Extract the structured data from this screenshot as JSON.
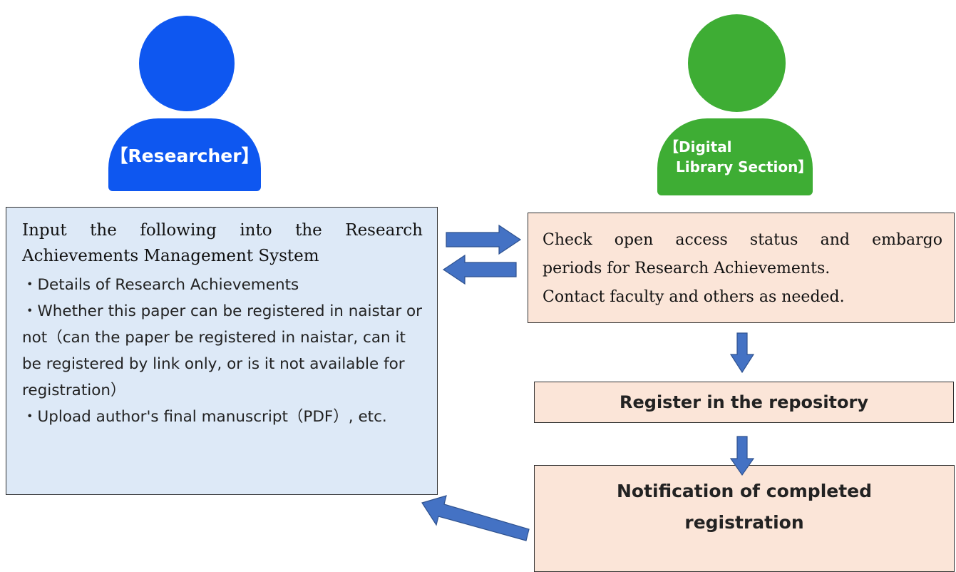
{
  "researcher": {
    "label": "【Researcher】"
  },
  "library": {
    "label_line1": "【Digital",
    "label_line2": "Library Section】"
  },
  "researcher_box": {
    "title": "Input the following into the Research Achievements Management System",
    "items": [
      "・Details of Research Achievements",
      "・Whether this paper can be registered in naistar or not（can the paper be registered in naistar, can it be registered by link only, or is it not available for registration）",
      "・Upload author's final manuscript（PDF）, etc."
    ]
  },
  "check_box": {
    "line1": "Check open access status and embargo",
    "line2": "periods for Research Achievements.",
    "line3": "Contact faculty and others as needed."
  },
  "register_box": {
    "label": "Register in the repository"
  },
  "notify_box": {
    "line1": "Notification of completed",
    "line2": "registration"
  },
  "colors": {
    "researcher": "#0e57f0",
    "library": "#3ead34",
    "arrow": "#4472c4",
    "blue_box": "#dde9f7",
    "orange_box": "#fbe5d8"
  }
}
